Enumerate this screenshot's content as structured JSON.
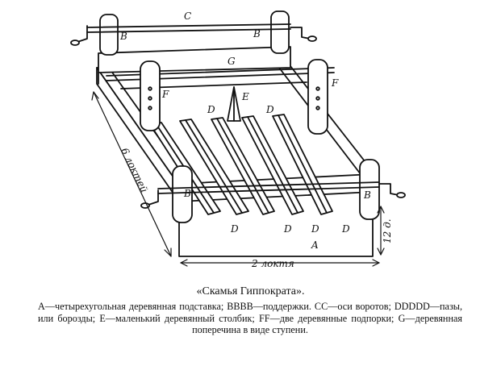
{
  "labels": {
    "C": "C",
    "G": "G",
    "B_top_left": "B",
    "B_top_right": "B",
    "B_bottom_left": "B",
    "B_bottom_right": "B",
    "F_left": "F",
    "F_right": "F",
    "E": "E",
    "D_top_1": "D",
    "D_top_2": "D",
    "D_bottom_1": "D",
    "D_bottom_2": "D",
    "D_bottom_3": "D",
    "D_bottom_4": "D",
    "A": "A"
  },
  "dimensions": {
    "length": "6 локтей",
    "width": "2 локтя",
    "height": "12 д."
  },
  "caption": {
    "title": "«Скамья Гиппократа».",
    "body": "A—четырехугольная деревянная подставка; BBBB—поддержки. CC—оси воротов; DDDDD—пазы, или борозды; E—маленький деревянный столбик; FF—две деревянные подпорки; G—деревянная поперечина в виде ступени."
  }
}
